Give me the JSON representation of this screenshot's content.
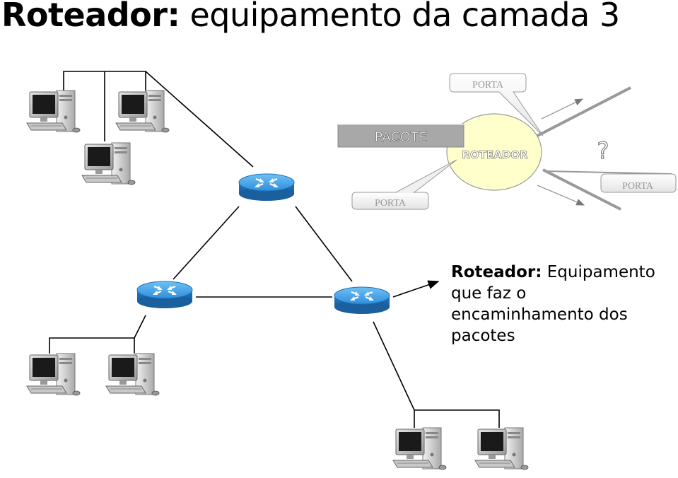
{
  "title": {
    "bold": "Roteador:",
    "rest": " equipamento da camada 3"
  },
  "inset": {
    "packet_label": "PACOTE",
    "router_label": "ROTEADOR",
    "port_top": "PORTA",
    "port_bottom_left": "PORTA",
    "port_right": "PORTA",
    "question_mark": "?"
  },
  "description": {
    "term": "Roteador:",
    "text": " Equipamento que faz o encaminhamento dos pacotes"
  },
  "colors": {
    "router_blue": "#2d8bd6",
    "router_ellipse": "#ffffcc",
    "packet_gray": "#a8a8a8"
  }
}
